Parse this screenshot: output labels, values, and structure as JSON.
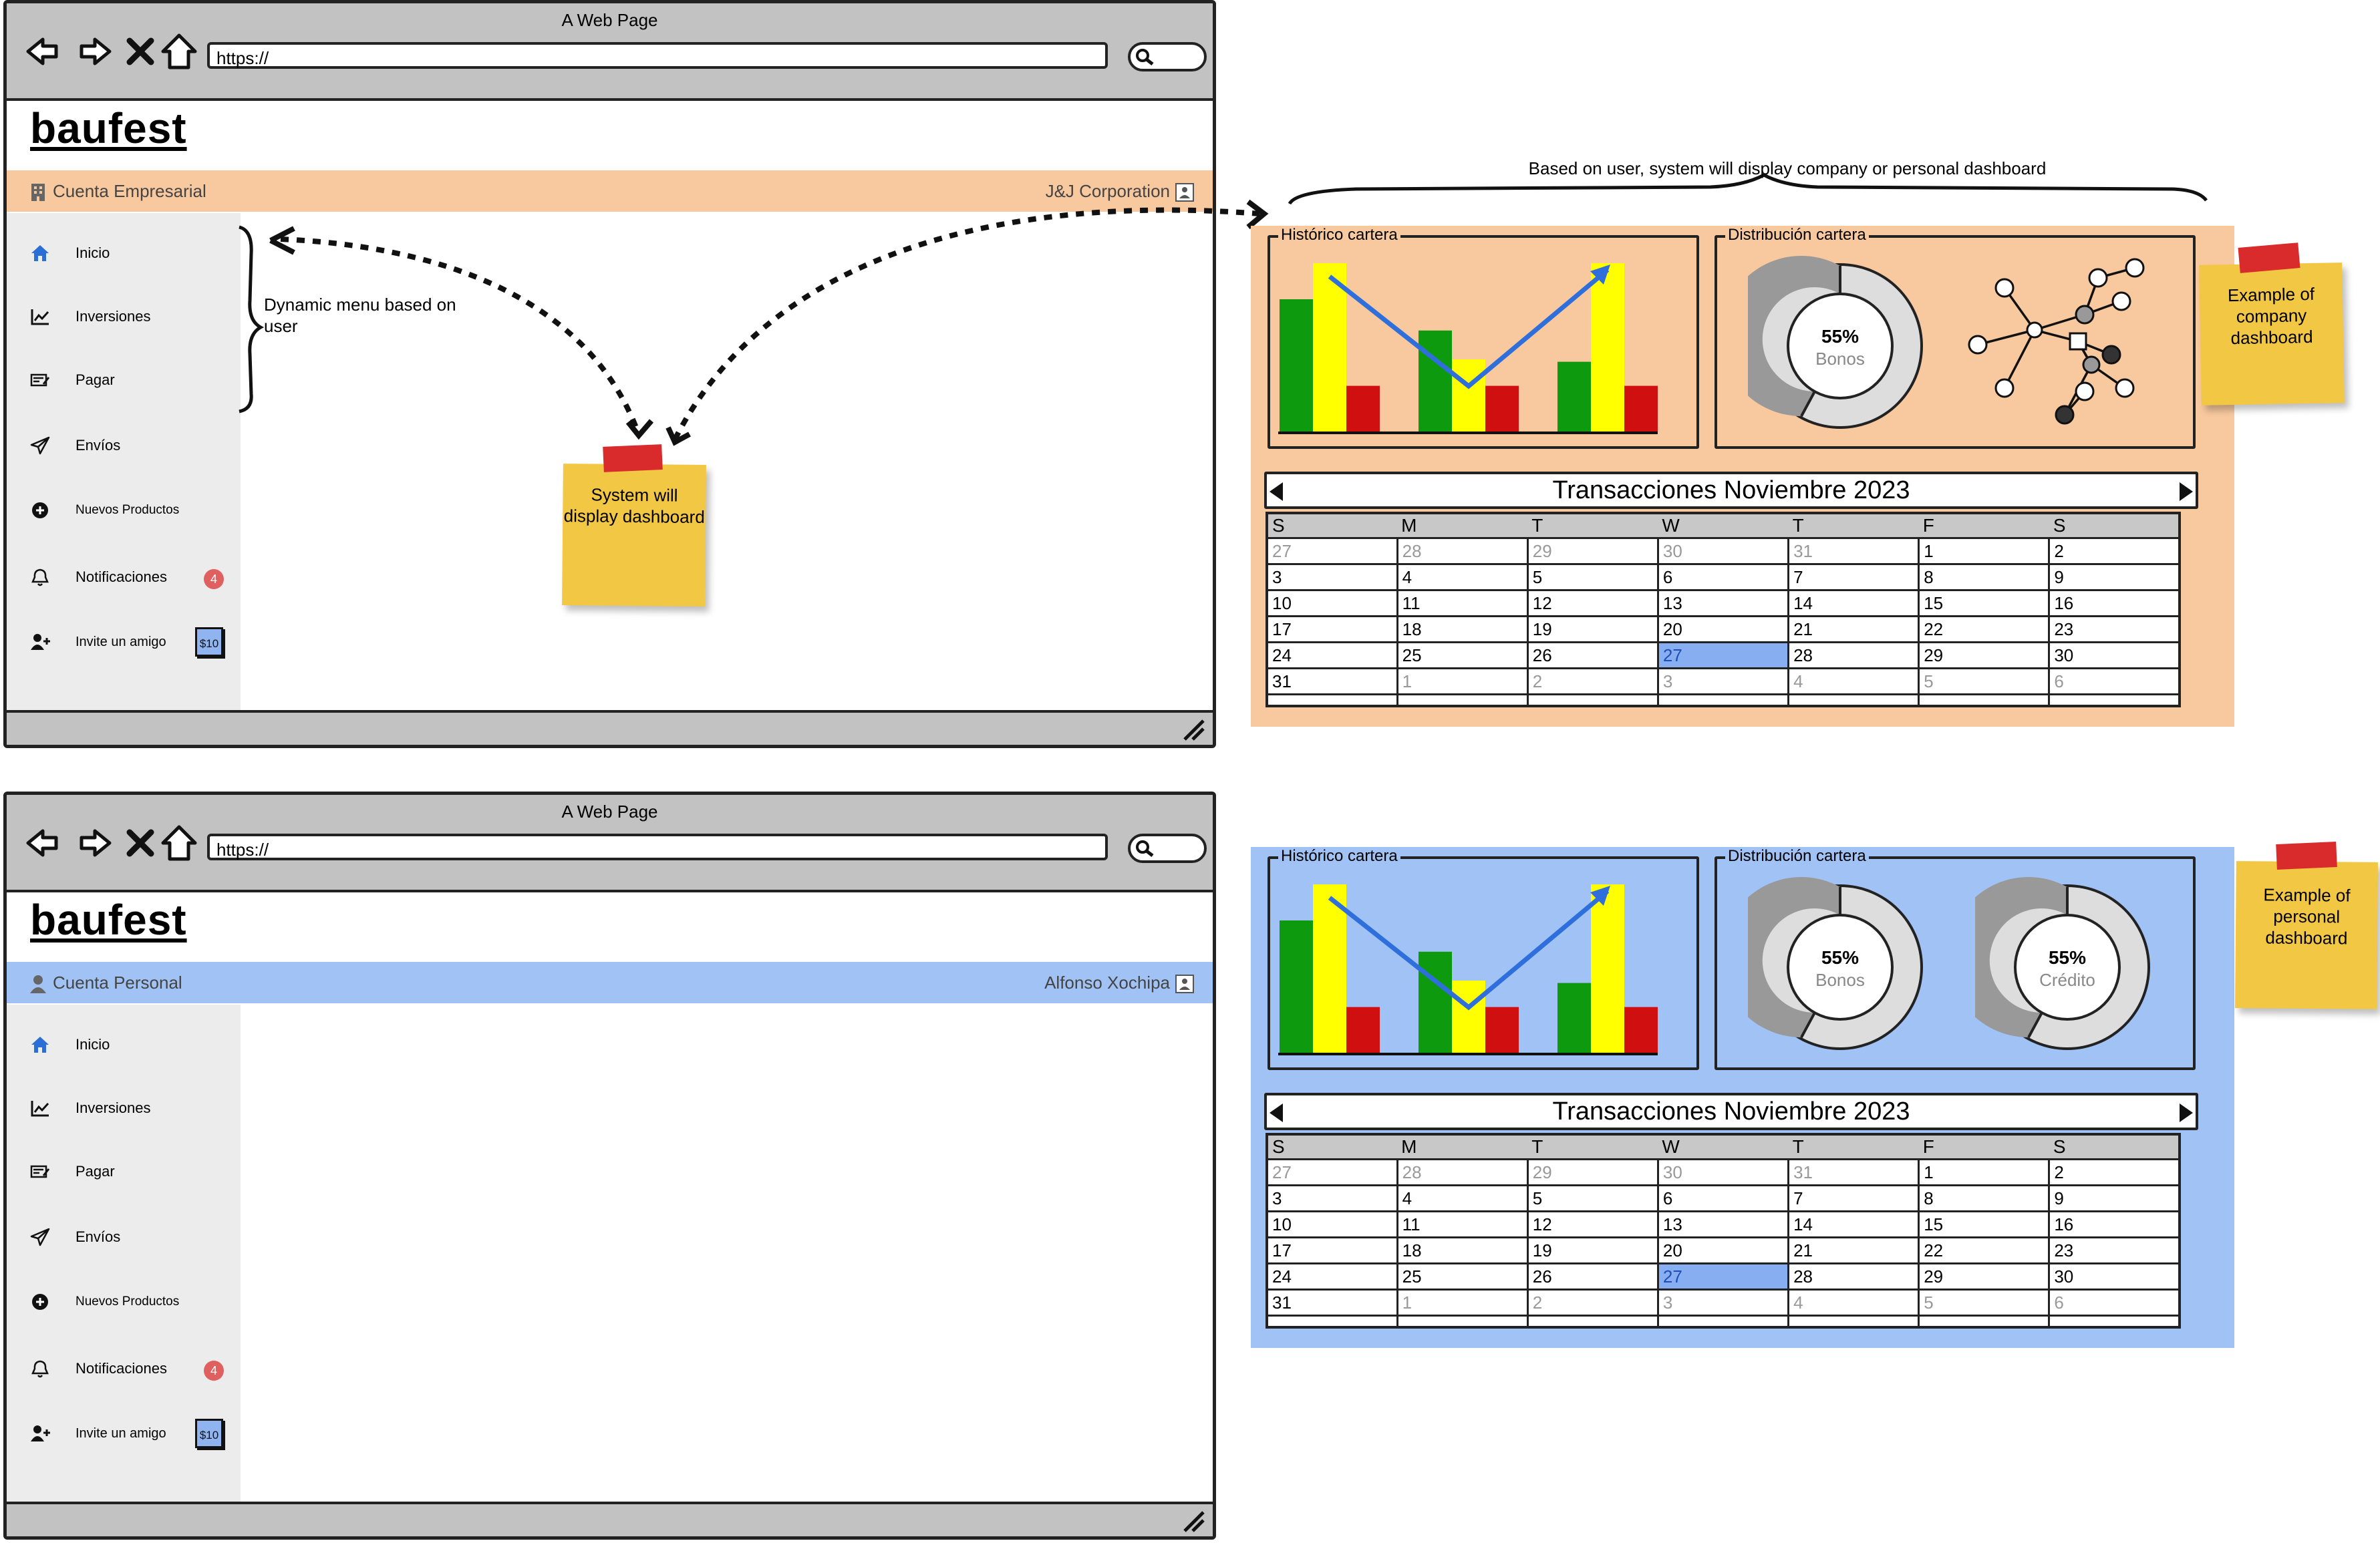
{
  "browser": {
    "window_title": "A Web Page",
    "url": "https://"
  },
  "logo": "baufest",
  "company_view": {
    "account_type": "Cuenta Empresarial",
    "account_name": "J&J Corporation",
    "accent_color": "#f8c89e",
    "sidebar_menu": [
      {
        "label": "Inicio",
        "icon": "home-icon"
      },
      {
        "label": "Inversiones",
        "icon": "chart-line-icon"
      },
      {
        "label": "Pagar",
        "icon": "payment-icon"
      },
      {
        "label": "Envíos",
        "icon": "send-icon"
      },
      {
        "label": "Nuevos Productos",
        "icon": "plus-circle-icon"
      },
      {
        "label": "Notificaciones",
        "icon": "bell-icon",
        "badge": "4"
      },
      {
        "label": "Invite un amigo",
        "icon": "add-user-icon",
        "voucher": "$10"
      }
    ]
  },
  "personal_view": {
    "account_type": "Cuenta Personal",
    "account_name": "Alfonso Xochipa",
    "accent_color": "#a1c2f5",
    "sidebar_menu": [
      {
        "label": "Inicio",
        "icon": "home-icon"
      },
      {
        "label": "Inversiones",
        "icon": "chart-line-icon"
      },
      {
        "label": "Pagar",
        "icon": "payment-icon"
      },
      {
        "label": "Envíos",
        "icon": "send-icon"
      },
      {
        "label": "Nuevos Productos",
        "icon": "plus-circle-icon"
      },
      {
        "label": "Notificaciones",
        "icon": "bell-icon",
        "badge": "4"
      },
      {
        "label": "Invite un amigo",
        "icon": "add-user-icon",
        "voucher": "$10"
      }
    ]
  },
  "annotations": {
    "dynamic_menu": "Dynamic menu based on user",
    "system_display": "System will display dashboard",
    "based_on_user": "Based on user, system will display company or personal dashboard",
    "company_example": "Example of company dashboard",
    "personal_example": "Example of personal dashboard"
  },
  "dashboard": {
    "historico_label": "Histórico cartera",
    "distribucion_label": "Distribución cartera",
    "donut_bonos": {
      "value": "55%",
      "label": "Bonos"
    },
    "donut_credito": {
      "value": "55%",
      "label": "Crédito"
    },
    "calendar": {
      "title": "Transacciones Noviembre 2023",
      "weekdays": [
        "S",
        "M",
        "T",
        "W",
        "T",
        "F",
        "S"
      ],
      "weeks": [
        [
          "27",
          "28",
          "29",
          "30",
          "31",
          "1",
          "2"
        ],
        [
          "3",
          "4",
          "5",
          "6",
          "7",
          "8",
          "9"
        ],
        [
          "10",
          "11",
          "12",
          "13",
          "14",
          "15",
          "16"
        ],
        [
          "17",
          "18",
          "19",
          "20",
          "21",
          "22",
          "23"
        ],
        [
          "24",
          "25",
          "26",
          "27",
          "28",
          "29",
          "30"
        ],
        [
          "31",
          "1",
          "2",
          "3",
          "4",
          "5",
          "6"
        ]
      ],
      "selected_day": "27"
    },
    "colors": {
      "company_bg": "#f8c89e",
      "personal_bg": "#a1c2f5",
      "green": "#0e9a0e",
      "yellow": "#ffff00",
      "red": "#d01010",
      "trend": "#2f6fdc"
    }
  },
  "chart_data": {
    "type": "bar",
    "title": "Histórico cartera",
    "categories": [
      "",
      "",
      ""
    ],
    "series": [
      {
        "values": [
          5.5,
          4.2,
          2.9
        ]
      },
      {
        "values": [
          7.0,
          3.0,
          7.0
        ]
      },
      {
        "values": [
          1.9,
          1.9,
          1.9
        ]
      }
    ],
    "ylim": [
      0,
      7.5
    ]
  }
}
